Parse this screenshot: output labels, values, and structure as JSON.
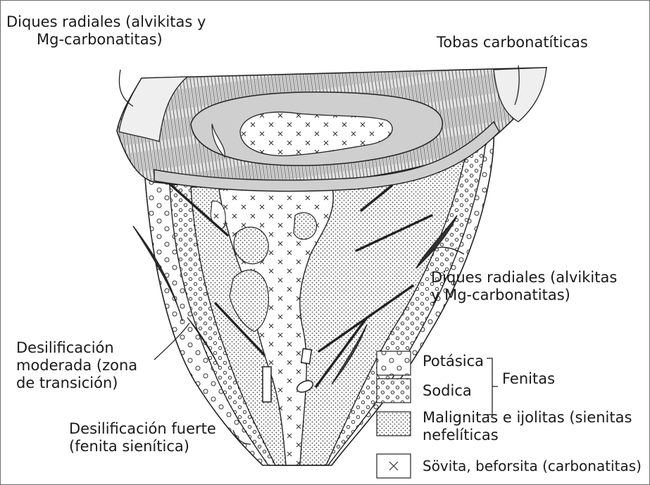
{
  "labels": {
    "dikes_top_left": [
      "Diques radiales (alvikitas y",
      "Mg-carbonatitas)"
    ],
    "tuffs": "Tobas carbonatíticas",
    "dikes_right": [
      "Diques radiales (alvikitas",
      "y Mg-carbonatitas)"
    ],
    "moderate": [
      "Desilificación",
      "moderada (zona",
      "de transición)"
    ],
    "strong": [
      "Desilificación fuerte",
      "(fenita sienítica)"
    ]
  },
  "legend": {
    "fenitas_group": "Fenitas",
    "items": [
      {
        "key": "potasica",
        "label": "Potásica"
      },
      {
        "key": "sodica",
        "label": "Sodica"
      },
      {
        "key": "malignitas",
        "label": "Malignitas e ijolitas (sienitas",
        "label2": "nefelíticas"
      },
      {
        "key": "sovita",
        "label": "Sövita, beforsita (carbonatitas)"
      }
    ]
  },
  "colors": {
    "line": "#222222",
    "fill_light": "#f4f4f4",
    "lake": "#cfcfcf",
    "slab": "#d6d6d6"
  }
}
